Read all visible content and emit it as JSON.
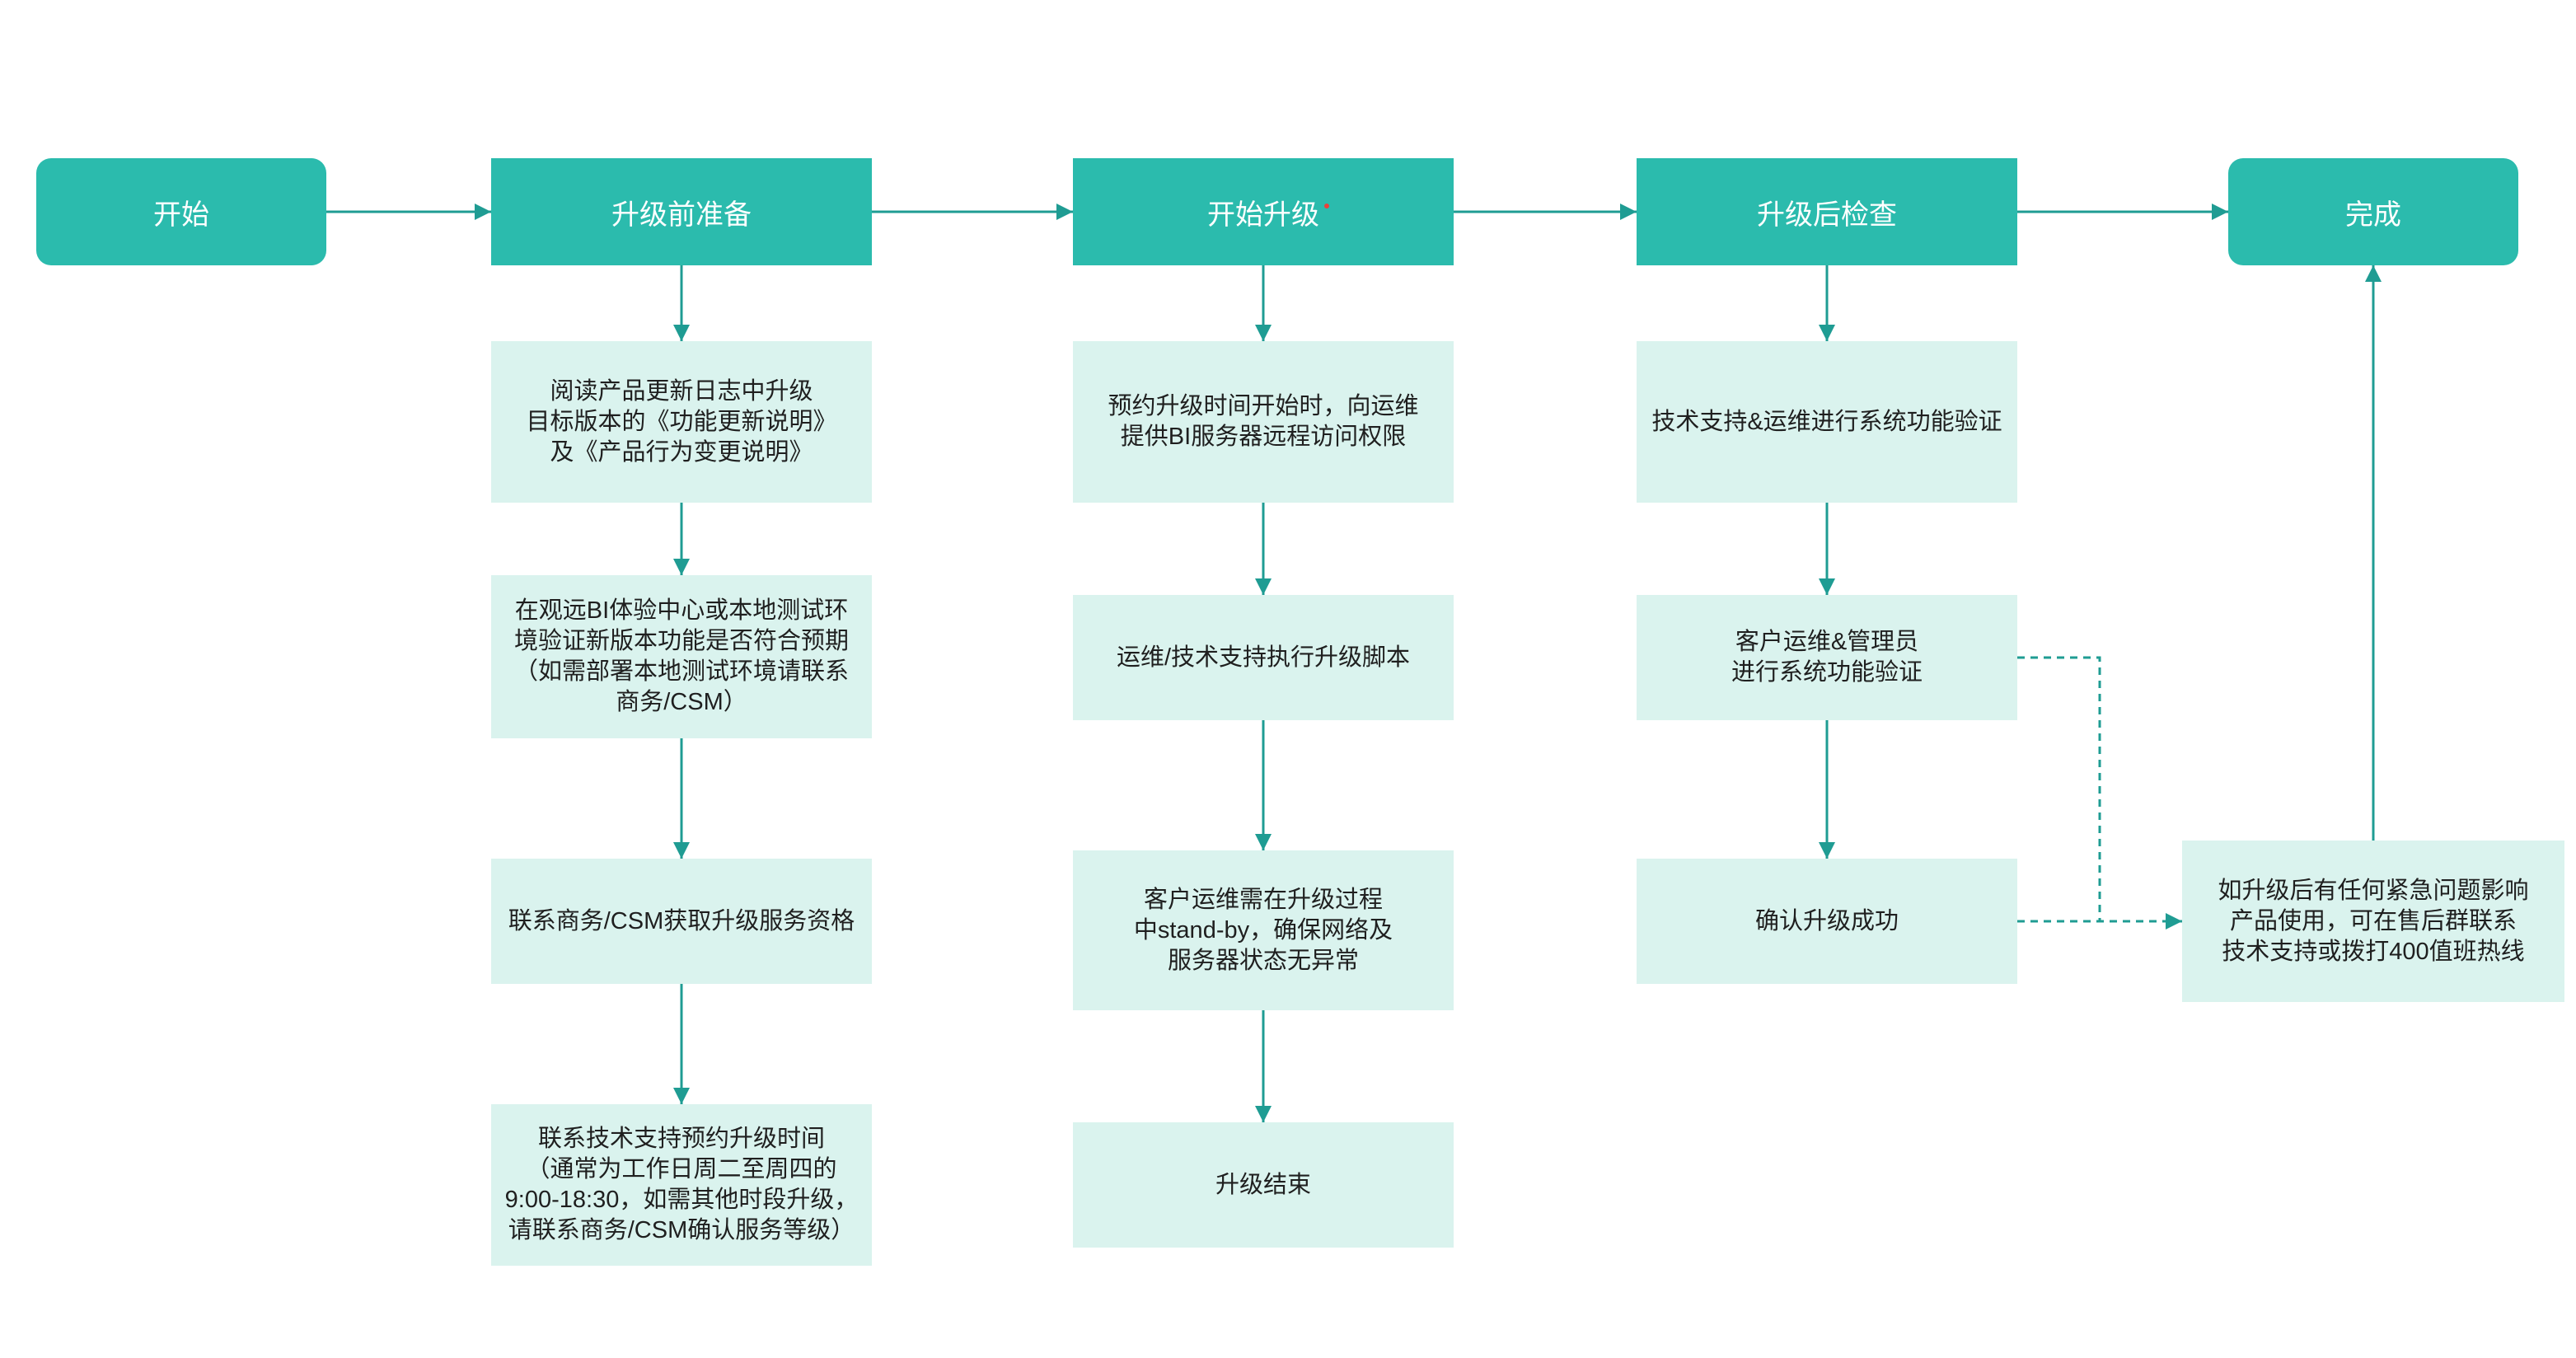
{
  "colors": {
    "stage_fill": "#2bbbad",
    "step_fill": "#daf3ee",
    "connector": "#1f9c93",
    "stage_text": "#ffffff",
    "step_text": "#1f1f1f",
    "marker": "#e8423b"
  },
  "stages": {
    "start": "开始",
    "prepare": "升级前准备",
    "upgrade": "开始升级",
    "check": "升级后检查",
    "done": "完成"
  },
  "prepare_steps": [
    {
      "lines": [
        "阅读产品更新日志中升级",
        "目标版本的《功能更新说明》",
        "及《产品行为变更说明》"
      ]
    },
    {
      "lines": [
        "在观远BI体验中心或本地测试环",
        "境验证新版本功能是否符合预期",
        "（如需部署本地测试环境请联系",
        "商务/CSM）"
      ]
    },
    {
      "lines": [
        "联系商务/CSM获取升级服务资格"
      ]
    },
    {
      "lines": [
        "联系技术支持预约升级时间",
        "（通常为工作日周二至周四的",
        "9:00-18:30，如需其他时段升级，",
        "请联系商务/CSM确认服务等级）"
      ]
    }
  ],
  "upgrade_steps": [
    {
      "lines": [
        "预约升级时间开始时，向运维",
        "提供BI服务器远程访问权限"
      ]
    },
    {
      "lines": [
        "运维/技术支持执行升级脚本"
      ]
    },
    {
      "lines": [
        "客户运维需在升级过程",
        "中stand-by，确保网络及",
        "服务器状态无异常"
      ]
    },
    {
      "lines": [
        "升级结束"
      ]
    }
  ],
  "check_steps": [
    {
      "lines": [
        "技术支持&运维进行系统功能验证"
      ]
    },
    {
      "lines": [
        "客户运维&管理员",
        "进行系统功能验证"
      ]
    },
    {
      "lines": [
        "确认升级成功"
      ]
    }
  ],
  "support_note": {
    "lines": [
      "如升级后有任何紧急问题影响",
      "产品使用，可在售后群联系",
      "技术支持或拨打400值班热线"
    ]
  }
}
